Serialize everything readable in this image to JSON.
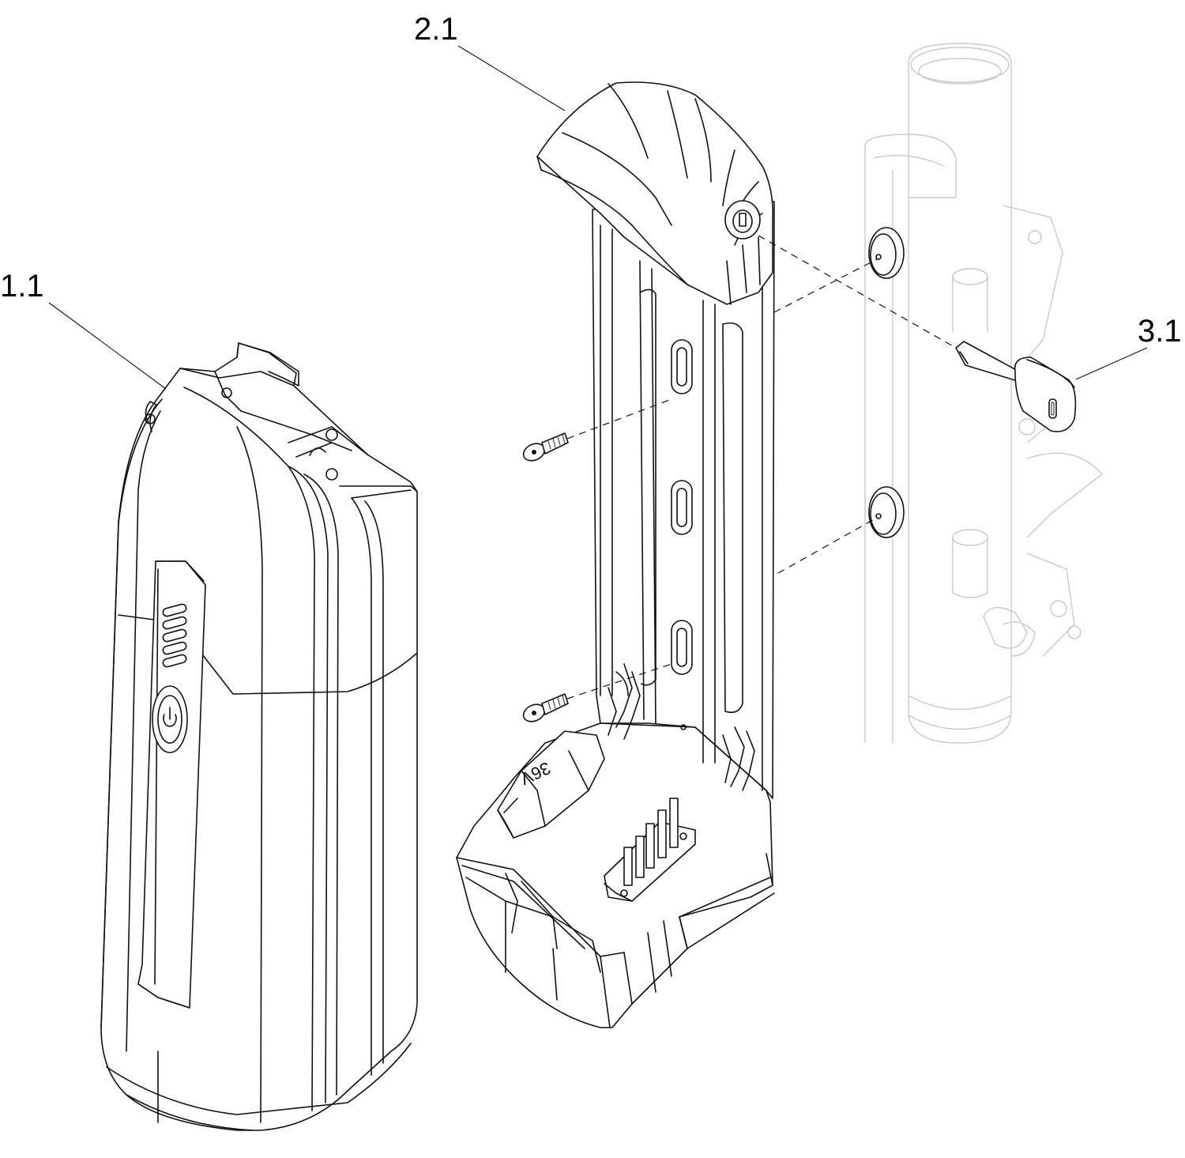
{
  "callouts": {
    "battery": "1.1",
    "mount": "2.1",
    "key": "3.1"
  },
  "mount_voltage_mark": "36V",
  "icons": {
    "power": "power-icon"
  },
  "colors": {
    "line": "#111111",
    "ghost": "#c9c9c9",
    "background": "#ffffff"
  }
}
